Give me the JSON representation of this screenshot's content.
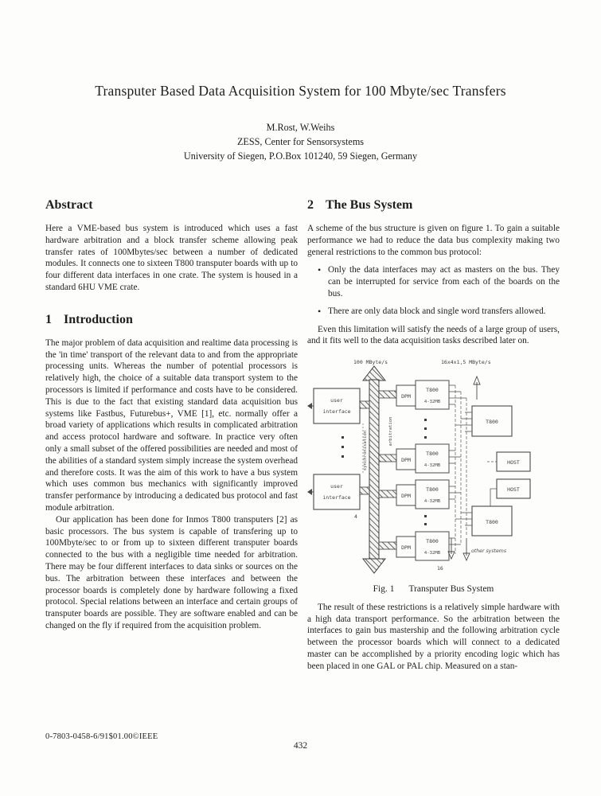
{
  "header": {
    "title": "Transputer Based Data Acquisition System for 100 Mbyte/sec Transfers",
    "authors": "M.Rost, W.Weihs",
    "affiliation": "ZESS, Center for Sensorsystems",
    "address": "University of Siegen, P.O.Box 101240, 59 Siegen, Germany"
  },
  "abstract": {
    "heading": "Abstract",
    "body": "Here a VME-based bus system is introduced which uses a fast hardware arbitration and a block transfer scheme allowing peak transfer rates of 100Mbytes/sec between a number of dedicated modules. It connects one to sixteen T800 transputer boards with up to four different data interfaces in one crate. The system is housed in a standard 6HU VME crate."
  },
  "introduction": {
    "number": "1",
    "heading": "Introduction",
    "p1": "The major problem of data acquisition and realtime data processing is the 'in time' transport of the relevant data to and from the appropriate processing units. Whereas the number of potential processors is relatively high, the choice of a suitable data transport system to the processors is limited if performance and costs have to be considered. This is due to the fact that existing standard data acquisition bus systems like Fastbus, Futurebus+, VME [1], etc. normally offer a broad variety of applications which results in complicated arbitration and access protocol hardware and software. In practice very often only a small subset of the offered possibilities are needed and most of the abilities of a standard system simply increase the system overhead and therefore costs. It was the aim of this work to have a bus system which uses common bus mechanics with significantly improved transfer performance by introducing a dedicated bus protocol and fast module arbitration.",
    "p2": "Our application has been done for Inmos T800 transputers [2] as basic processors. The bus system is capable of transfering up to 100Mbyte/sec to or from up to sixteen different transputer boards connected to the bus with a negligible time needed for arbitration. There may be four different interfaces to data sinks or sources on the bus. The arbitration between these interfaces and between the processor boards is completely done by hardware following a fixed protocol. Special relations between an interface and certain groups of transputer boards are possible. They are software enabled and can be changed on the fly if required from the acquisition problem."
  },
  "bus_system": {
    "number": "2",
    "heading": "The Bus System",
    "p1": "A scheme of the bus structure is given on figure 1. To gain a suitable performance we had to reduce the data bus complexity making two general restrictions to the common bus protocol:",
    "bullets": [
      "Only the data interfaces may act as masters on the bus. They can be interrupted for service from each of the boards on the bus.",
      "There are only data block and single word transfers allowed."
    ],
    "p2": "Even this limitation will satisfy the needs of a large group of users, and it fits well to the data acquisition tasks described later on.",
    "p3": "The result of these restrictions is a relatively simple hardware with a high data transport performance. So the arbitration between the interfaces to gain bus mastership and the following arbitration cycle between the processor boards which will connect to a dedicated master can be accomplished by a priority encoding logic which has been placed in one GAL or PAL chip. Measured on a stan-"
  },
  "figure": {
    "caption_label": "Fig. 1",
    "caption_title": "Transputer Bus System",
    "bus_rate_label": "100 MByte/s",
    "link_rate_label": "16x4x1,5 MByte/s",
    "user_interface_line1": "user",
    "user_interface_line2": "interface",
    "dpm_label": "DPM",
    "t800_label": "T800",
    "memory_label": "4-32MB",
    "host_label": "HOST",
    "arbitration_label": "arbitration",
    "synchronisation_label": "synchronisation",
    "other_systems_label": "other systems",
    "interface_count": "4",
    "board_count": "16"
  },
  "footer": {
    "copyright": "0-7803-0458-6/91$01.00©IEEE",
    "page_number": "432"
  }
}
